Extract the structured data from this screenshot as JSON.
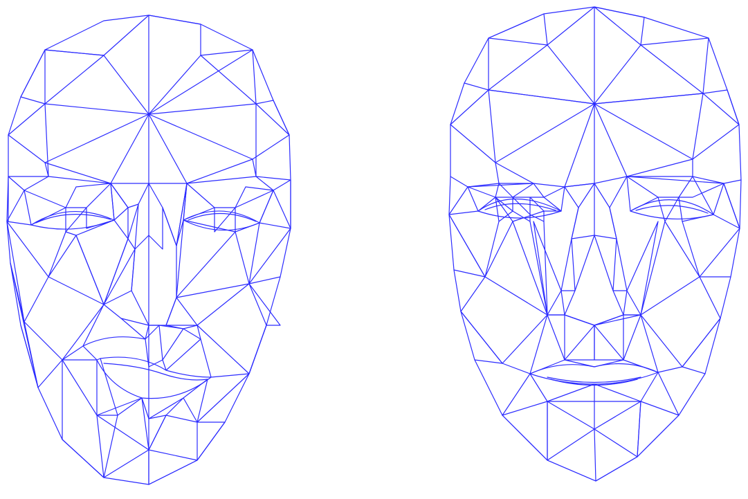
{
  "figure": {
    "panels": [
      {
        "id": "left",
        "subject": "face-mesh-deformed"
      },
      {
        "id": "right",
        "subject": "face-mesh-neutral"
      }
    ],
    "colors": {
      "background": "#ffffff",
      "mesh": "#2b2bff"
    }
  }
}
